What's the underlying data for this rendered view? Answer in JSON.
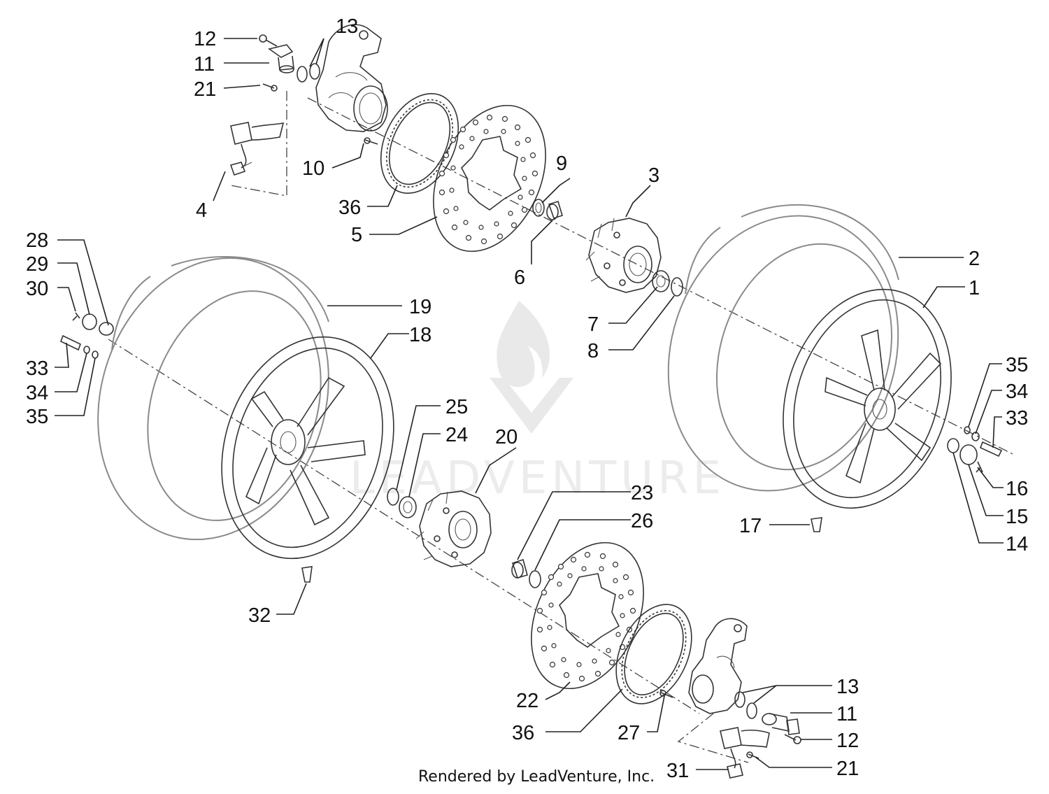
{
  "diagram": {
    "footer_credit": "Rendered by LeadVenture, Inc.",
    "watermark_text": "LEADVENTURE",
    "callouts": [
      {
        "id": "c12a",
        "text": "12"
      },
      {
        "id": "c13a",
        "text": "13"
      },
      {
        "id": "c11a",
        "text": "11"
      },
      {
        "id": "c21a",
        "text": "21"
      },
      {
        "id": "c10",
        "text": "10"
      },
      {
        "id": "c9",
        "text": "9"
      },
      {
        "id": "c3",
        "text": "3"
      },
      {
        "id": "c36a",
        "text": "36"
      },
      {
        "id": "c5",
        "text": "5"
      },
      {
        "id": "c4",
        "text": "4"
      },
      {
        "id": "c6",
        "text": "6"
      },
      {
        "id": "c28",
        "text": "28"
      },
      {
        "id": "c29",
        "text": "29"
      },
      {
        "id": "c30",
        "text": "30"
      },
      {
        "id": "c2",
        "text": "2"
      },
      {
        "id": "c1",
        "text": "1"
      },
      {
        "id": "c7",
        "text": "7"
      },
      {
        "id": "c8",
        "text": "8"
      },
      {
        "id": "c19",
        "text": "19"
      },
      {
        "id": "c18",
        "text": "18"
      },
      {
        "id": "c33a",
        "text": "33"
      },
      {
        "id": "c34a",
        "text": "34"
      },
      {
        "id": "c35a",
        "text": "35"
      },
      {
        "id": "c35b",
        "text": "35"
      },
      {
        "id": "c34b",
        "text": "34"
      },
      {
        "id": "c33b",
        "text": "33"
      },
      {
        "id": "c25",
        "text": "25"
      },
      {
        "id": "c24",
        "text": "24"
      },
      {
        "id": "c20",
        "text": "20"
      },
      {
        "id": "c16",
        "text": "16"
      },
      {
        "id": "c15",
        "text": "15"
      },
      {
        "id": "c14",
        "text": "14"
      },
      {
        "id": "c23",
        "text": "23"
      },
      {
        "id": "c26",
        "text": "26"
      },
      {
        "id": "c17",
        "text": "17"
      },
      {
        "id": "c32",
        "text": "32"
      },
      {
        "id": "c22",
        "text": "22"
      },
      {
        "id": "c36b",
        "text": "36"
      },
      {
        "id": "c27",
        "text": "27"
      },
      {
        "id": "c13b",
        "text": "13"
      },
      {
        "id": "c11b",
        "text": "11"
      },
      {
        "id": "c12b",
        "text": "12"
      },
      {
        "id": "c21b",
        "text": "21"
      },
      {
        "id": "c31",
        "text": "31"
      }
    ]
  }
}
